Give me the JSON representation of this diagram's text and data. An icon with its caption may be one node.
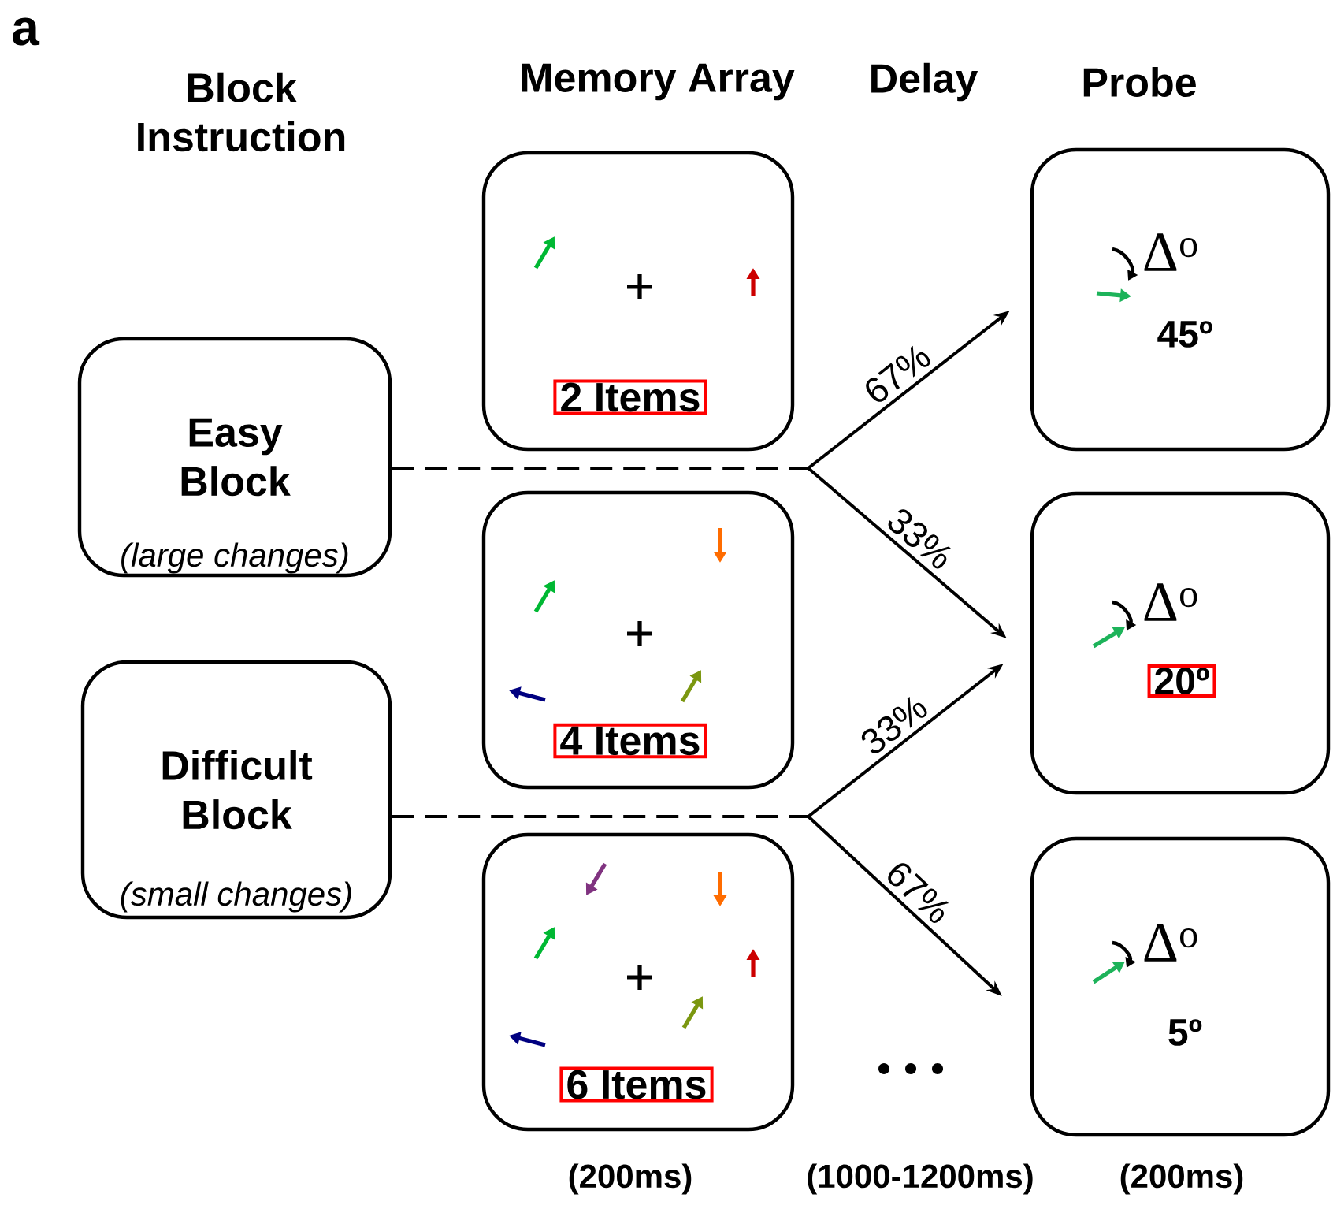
{
  "diagram": {
    "nodes": [
      {
        "text": [
          "Easy Block",
          "(large changes)"
        ]
      },
      {
        "text": [
          "Difficult Block",
          "(small changes)"
        ]
      },
      {
        "text": [],
        "shape": "box"
      },
      {
        "text": [
          "2 Items"
        ],
        "in": 2
      },
      {
        "text": [],
        "shape": "box"
      },
      {
        "text": [
          "4 Items"
        ],
        "in": 4
      },
      {
        "text": [],
        "shape": "box"
      },
      {
        "text": [
          "6 Items"
        ],
        "in": 6
      },
      {
        "text": [
          "Δ$^{o}$",
          "45º"
        ]
      },
      {
        "text": [
          "Δ$^{o}$"
        ]
      },
      {
        "text": [
          "20º"
        ],
        "in": 9
      },
      {
        "text": [
          "Δ$^{o}$",
          "5º"
        ]
      }
    ],
    "edges": [
      {
        "from": 0,
        "to": 8,
        "arrow": "to",
        "label": "67%"
      },
      {
        "from": 0,
        "to": 9,
        "arrow": "to",
        "label": "33%"
      },
      {
        "from": 1,
        "to": 9,
        "arrow": "to",
        "label": "33%"
      },
      {
        "from": 1,
        "to": 11,
        "arrow": "to",
        "label": "67%"
      }
    ],
    "labels": [
      "a",
      "Block Instruction",
      "Memory Array",
      "Delay",
      "Probe",
      "(200ms)",
      "(1000-1200ms)",
      "(200ms)"
    ]
  }
}
